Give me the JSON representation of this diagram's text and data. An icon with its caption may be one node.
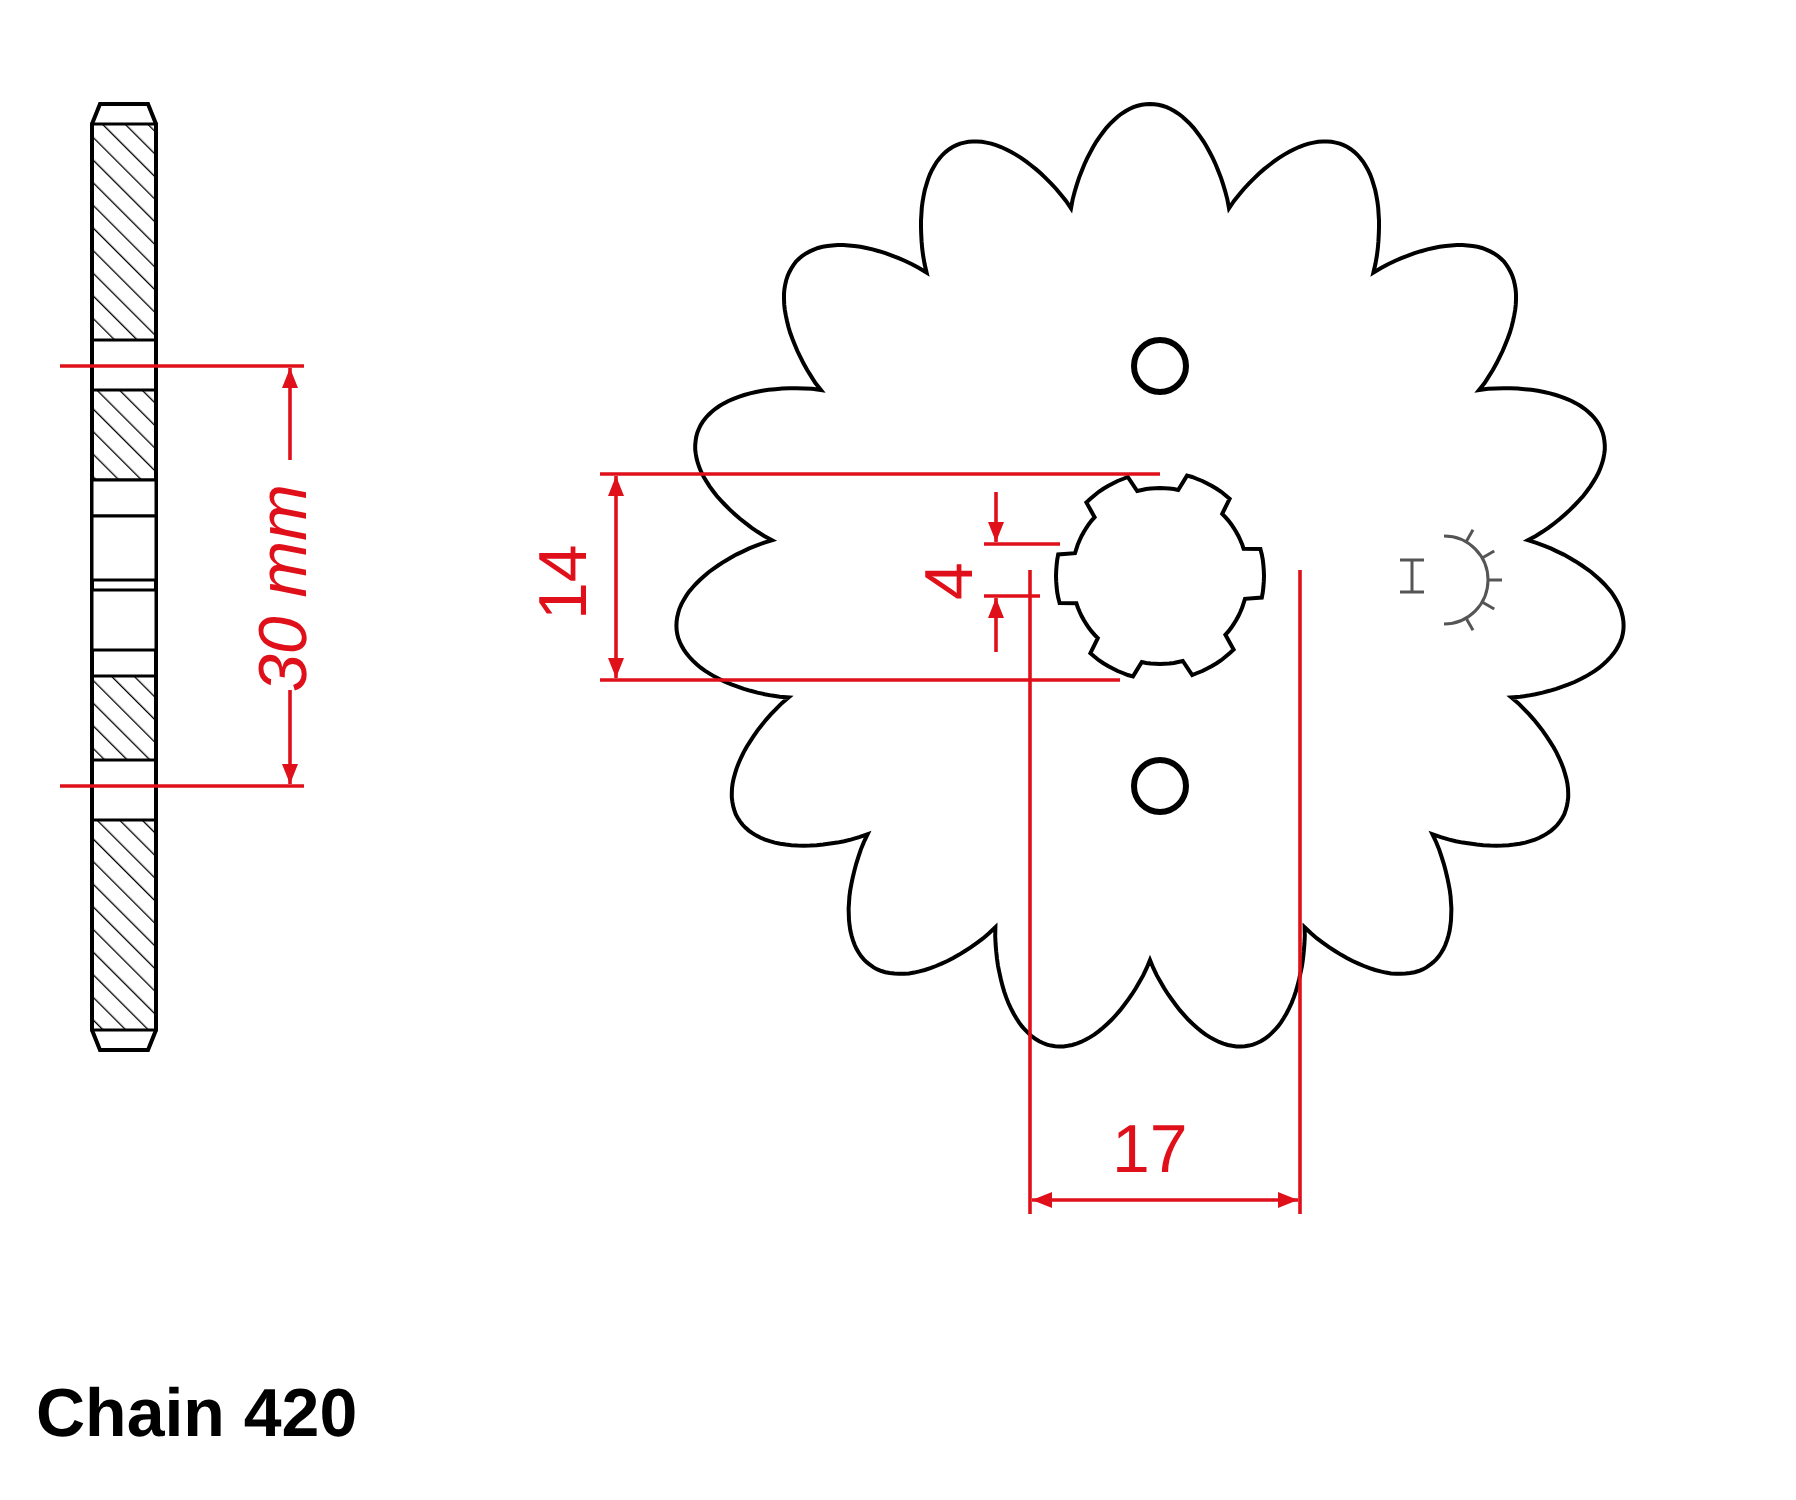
{
  "diagram": {
    "labels": [
      "30 mm",
      "14",
      "4",
      "17",
      "Chain 420"
    ]
  }
}
